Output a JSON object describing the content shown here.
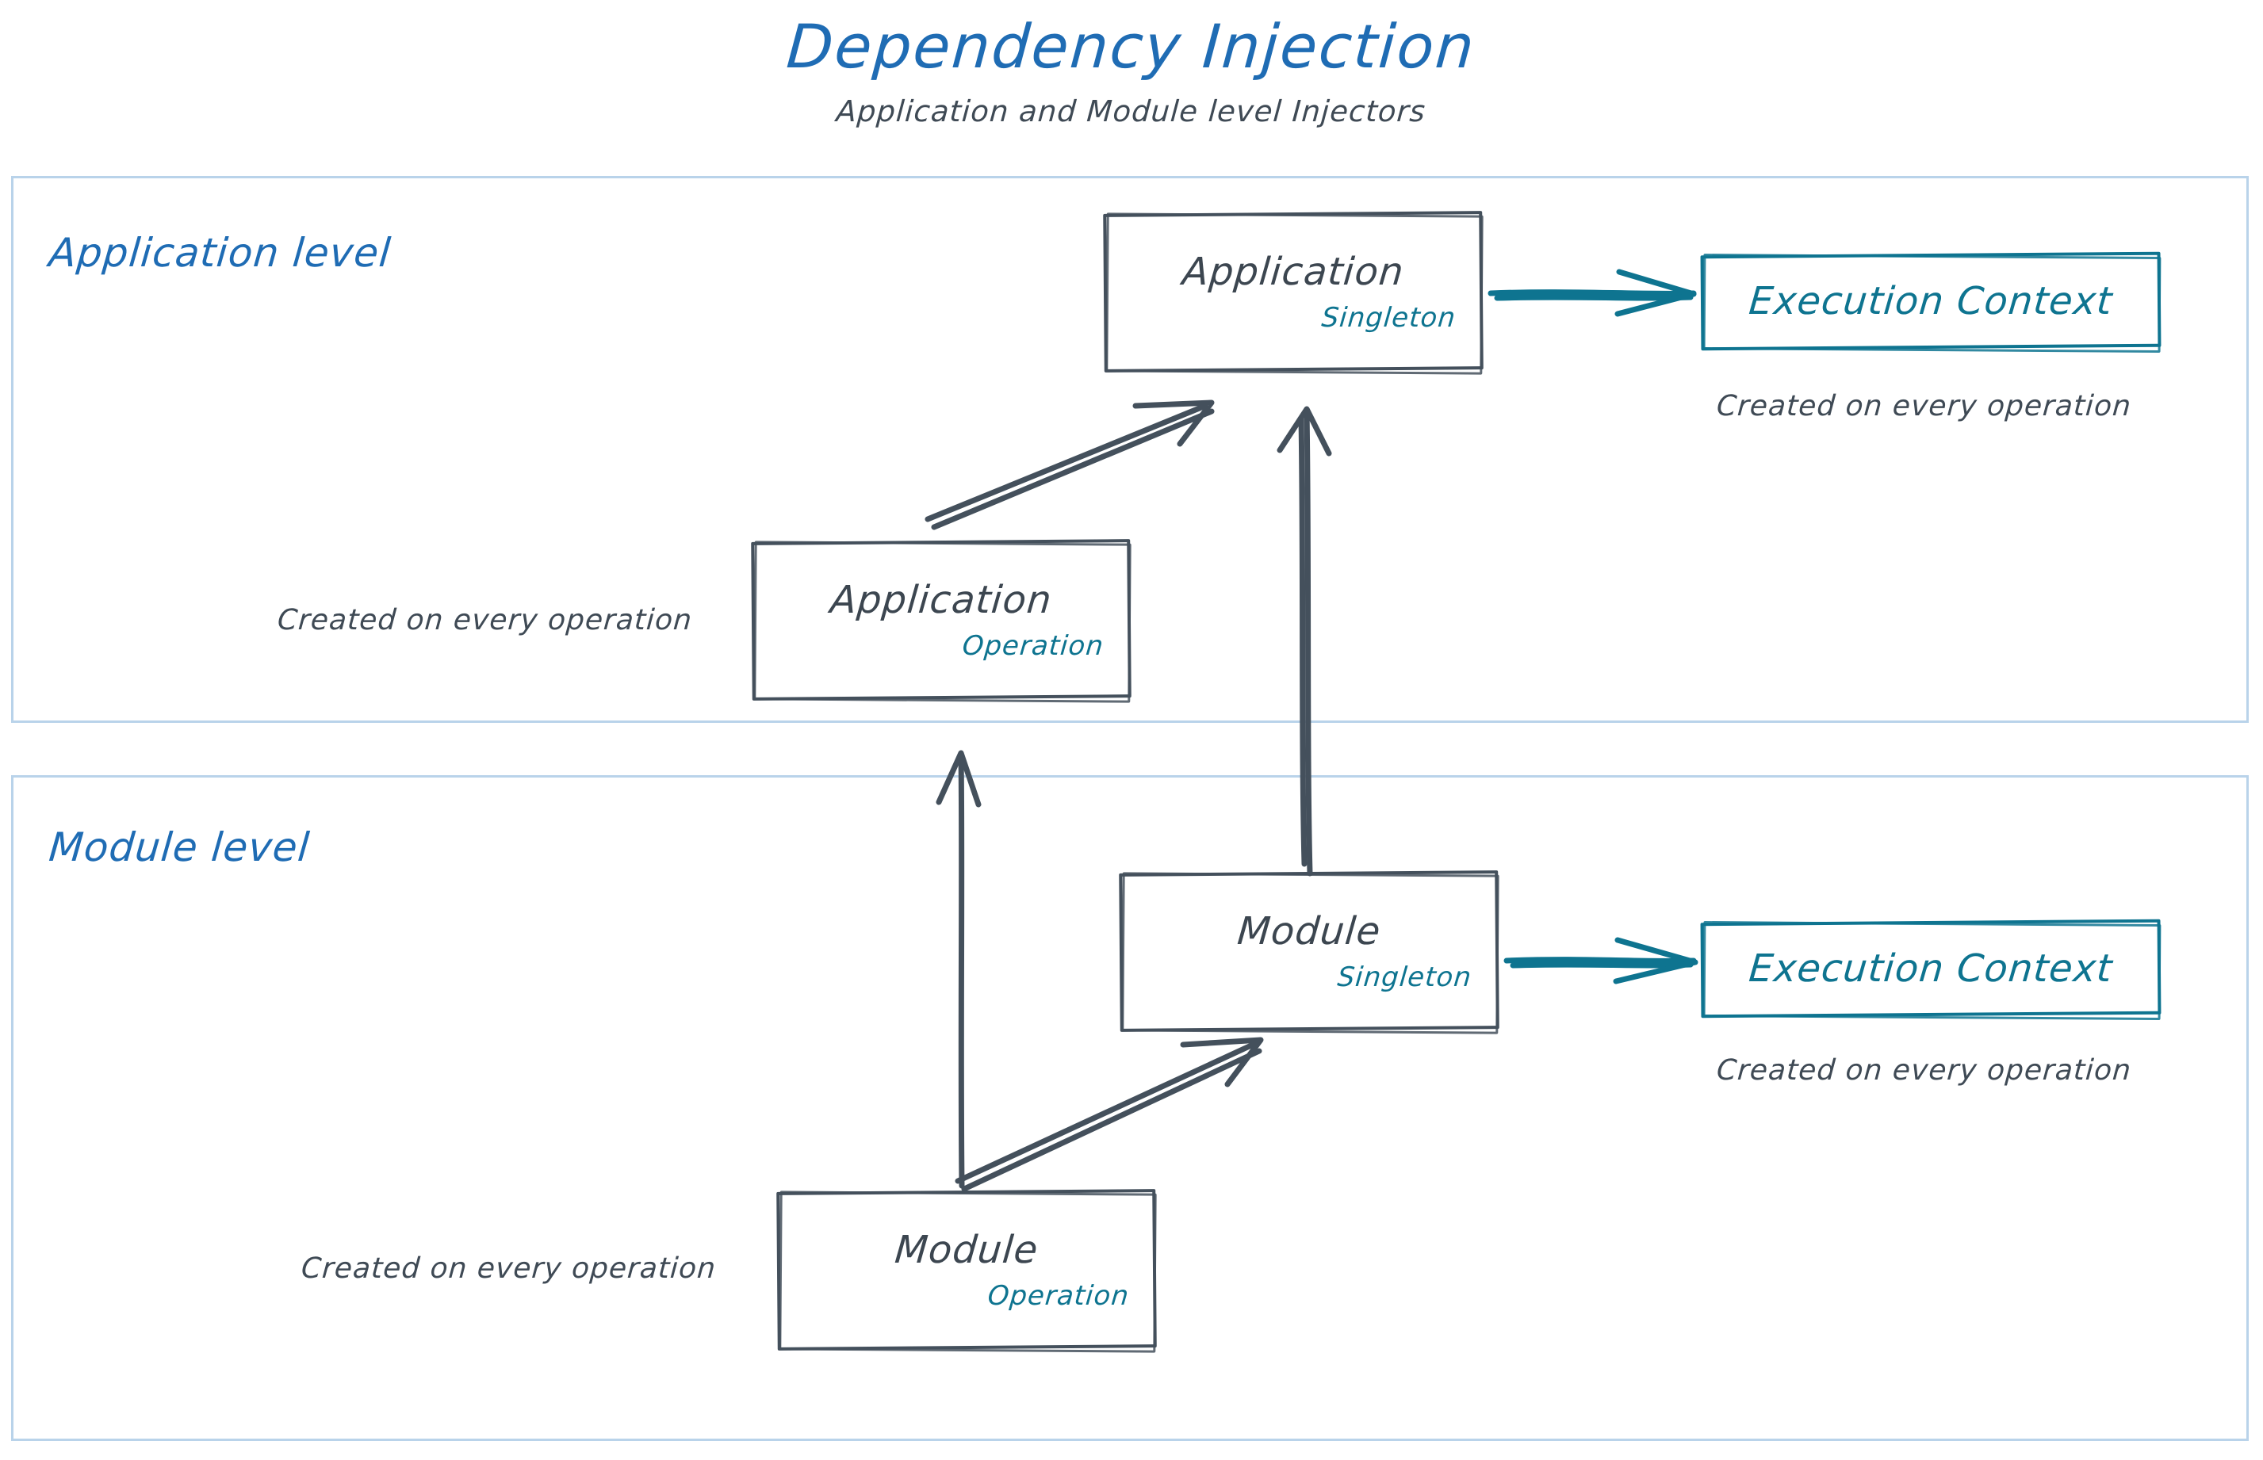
{
  "header": {
    "title": "Dependency Injection",
    "subtitle": "Application and Module level Injectors"
  },
  "colors": {
    "title_blue": "#1f6cb4",
    "level_label_blue": "#1f6cb4",
    "level_border_blue": "#b9d3ea",
    "node_dark": "#44505c",
    "scope_teal": "#0e7490",
    "caption_gray": "#3f4a55",
    "background": "#ffffff"
  },
  "levels": [
    {
      "id": "application-level",
      "label": "Application level"
    },
    {
      "id": "module-level",
      "label": "Module level"
    }
  ],
  "nodes": {
    "application_singleton": {
      "title": "Application",
      "scope": "Singleton"
    },
    "application_operation": {
      "title": "Application",
      "scope": "Operation"
    },
    "module_singleton": {
      "title": "Module",
      "scope": "Singleton"
    },
    "module_operation": {
      "title": "Module",
      "scope": "Operation"
    },
    "execution_context_app": {
      "title": "Execution Context"
    },
    "execution_context_module": {
      "title": "Execution Context"
    }
  },
  "captions": {
    "exec_ctx_app": "Created on every operation",
    "app_operation": "Created on every operation",
    "exec_ctx_module": "Created on every operation",
    "module_operation": "Created on every operation"
  },
  "edges": [
    {
      "id": "app-singleton-to-exec-ctx",
      "from": "application_singleton",
      "to": "execution_context_app",
      "style": "teal-arrow"
    },
    {
      "id": "app-operation-to-app-singleton",
      "from": "application_operation",
      "to": "application_singleton",
      "style": "dark-diagonal-arrow"
    },
    {
      "id": "module-singleton-to-app-singleton",
      "from": "module_singleton",
      "to": "application_singleton",
      "style": "dark-vertical-arrow"
    },
    {
      "id": "module-operation-to-app-operation",
      "from": "module_operation",
      "to": "application_operation",
      "style": "dark-vertical-arrow"
    },
    {
      "id": "module-operation-to-module-singleton",
      "from": "module_operation",
      "to": "module_singleton",
      "style": "dark-diagonal-arrow"
    },
    {
      "id": "module-singleton-to-exec-ctx",
      "from": "module_singleton",
      "to": "execution_context_module",
      "style": "teal-arrow"
    }
  ]
}
